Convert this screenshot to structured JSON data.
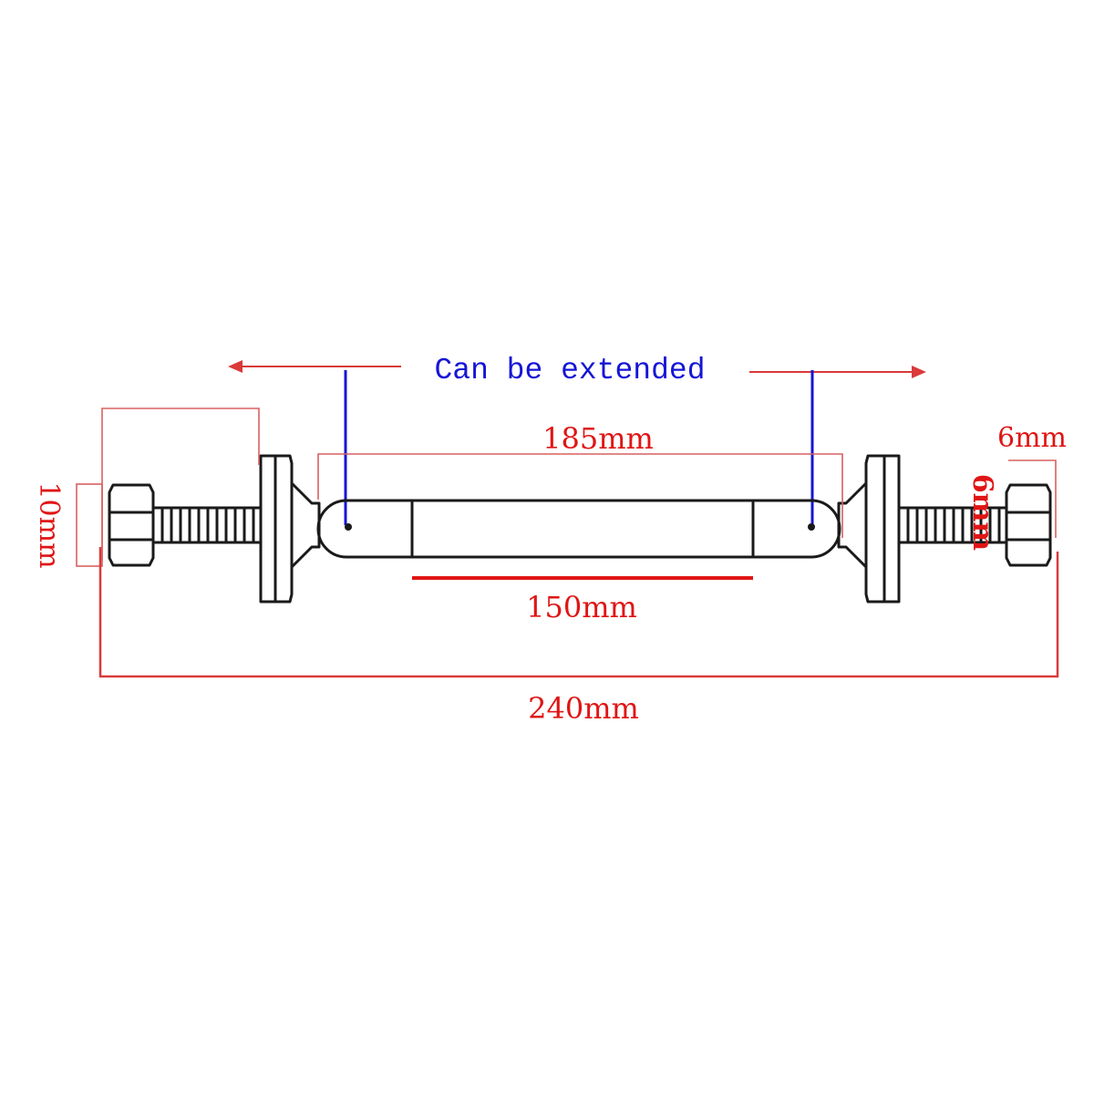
{
  "diagram": {
    "annotation": "Can be extended",
    "dimensions": {
      "overall_length": "240mm",
      "rod_length": "185mm",
      "center_length": "150mm",
      "nut_height": "10mm",
      "thread_size_top": "6mm",
      "thread_size_side": "6mm"
    },
    "colors": {
      "dimension": "#e01515",
      "annotation": "#1515d6",
      "outline": "#1a1a1a"
    }
  }
}
